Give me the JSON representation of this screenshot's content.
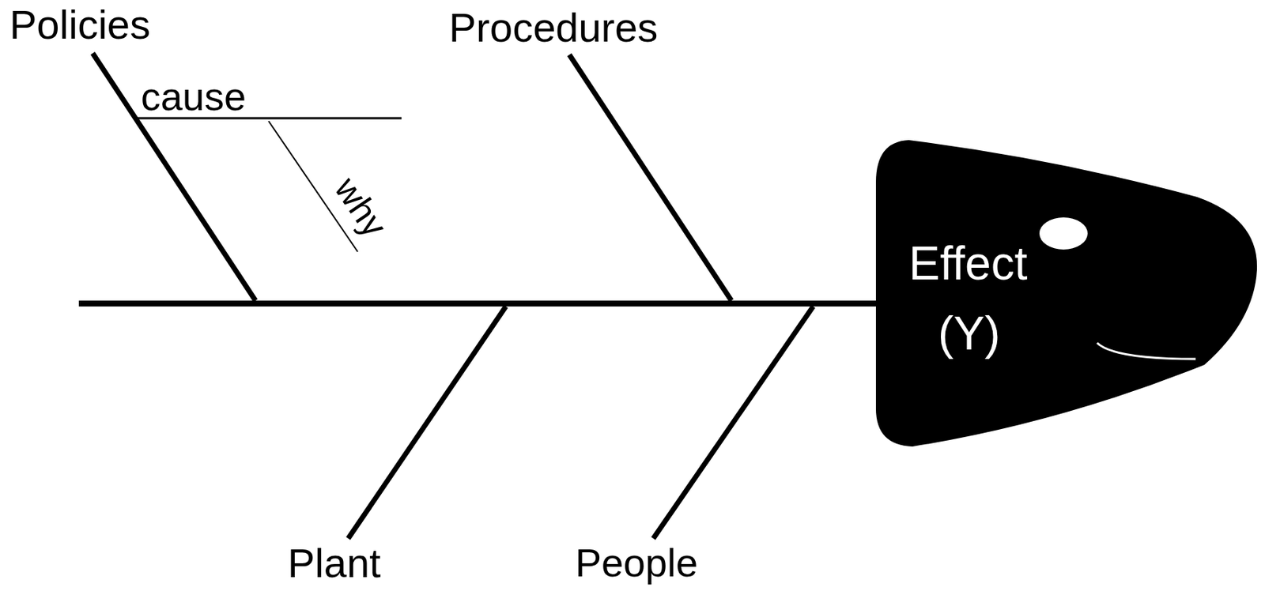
{
  "diagram": {
    "nodes": [
      {
        "text": [
          "Effect",
          "(Y)"
        ]
      }
    ],
    "edges": [],
    "labels": [
      "Policies",
      "Procedures",
      "cause",
      "why",
      "Plant",
      "People"
    ]
  }
}
